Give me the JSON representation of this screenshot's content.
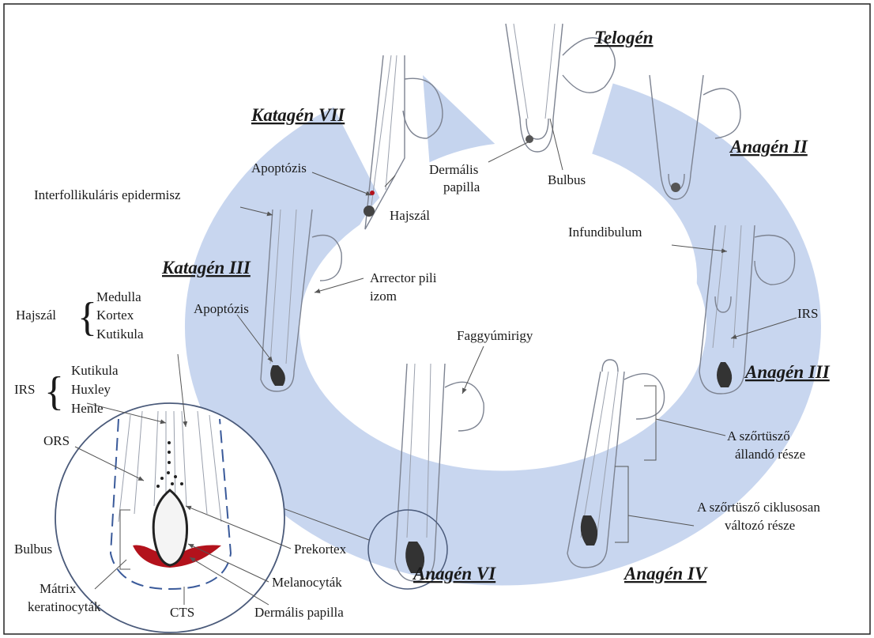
{
  "colors": {
    "cycle_arrow": "#c5d4ee",
    "matrix_red": "#b3121c",
    "outline": "#7d8391",
    "text": "#1a1a1a"
  },
  "stages": {
    "telogen": "Telogén",
    "anagen_ii": "Anagén II",
    "anagen_iii": "Anagén III",
    "anagen_iv": "Anagén IV",
    "anagen_vi": "Anagén VI",
    "katagen_iii": "Katagén III",
    "katagen_vii": "Katagén VII"
  },
  "labels": {
    "interfollicular": "Interfollikuláris epidermisz",
    "apoptosis_top": "Apoptózis",
    "apoptosis_left": "Apoptózis",
    "hajszal_mid": "Hajszál",
    "dermal_papilla_1": "Dermális",
    "dermal_papilla_2": "papilla",
    "bulbus_top": "Bulbus",
    "infundibulum": "Infundibulum",
    "arrector_1": "Arrector pili",
    "arrector_2": "izom",
    "irs_right": "IRS",
    "sebaceous": "Faggyúmirigy",
    "permanent_1": "A szőrtüsző",
    "permanent_2": "állandó része",
    "cyclic_1": "A szőrtüsző ciklusosan",
    "cyclic_2": "változó része"
  },
  "legend": {
    "hair_group": "Hajszál",
    "hair_parts": [
      "Medulla",
      "Kortex",
      "Kutikula"
    ],
    "irs_group": "IRS",
    "irs_parts": [
      "Kutikula",
      "Huxley",
      "Henle"
    ]
  },
  "inset": {
    "ors": "ORS",
    "bulbus": "Bulbus",
    "matrix_1": "Mátrix",
    "matrix_2": "keratinocyták",
    "cts": "CTS",
    "prekortex": "Prekortex",
    "melanocytes": "Melanocyták",
    "dermal_papilla": "Dermális papilla"
  }
}
